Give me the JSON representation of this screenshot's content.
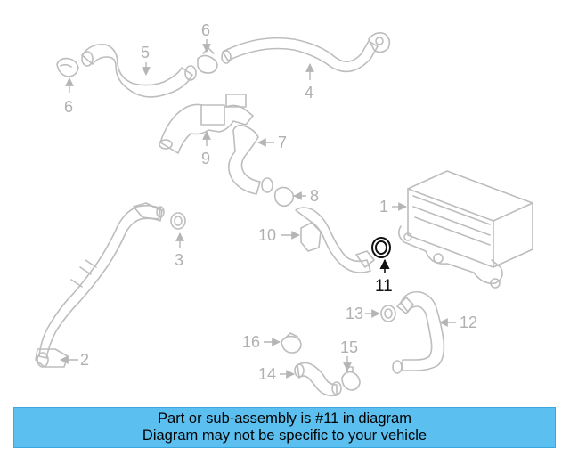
{
  "diagram": {
    "callouts": {
      "c1": "1",
      "c2": "2",
      "c3": "3",
      "c4": "4",
      "c5": "5",
      "c6a": "6",
      "c6b": "6",
      "c7": "7",
      "c8": "8",
      "c9": "9",
      "c10": "10",
      "c11": "11",
      "c12": "12",
      "c13": "13",
      "c14": "14",
      "c15": "15",
      "c16": "16"
    },
    "highlighted_part": "11"
  },
  "banner": {
    "line1": "Part or sub-assembly is #11 in diagram",
    "line2": "Diagram may not be specific to your vehicle",
    "background": "#5bc0f0"
  }
}
